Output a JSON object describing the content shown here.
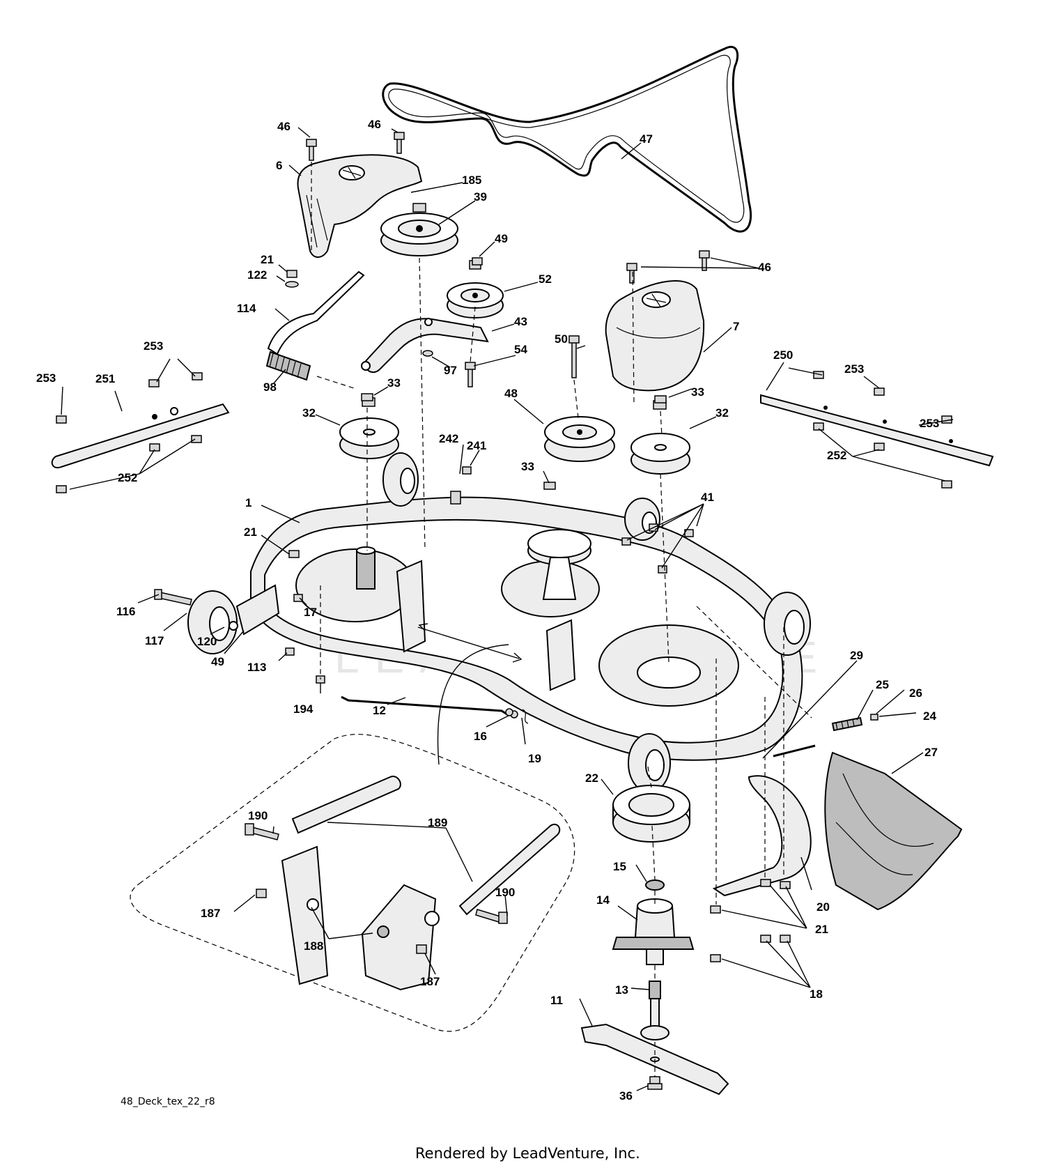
{
  "diagram_id": "48_Deck_tex_22_r8",
  "footer": "Rendered by LeadVenture, Inc.",
  "watermark": "LEADVENTURE",
  "callouts": {
    "c1": "1",
    "c6": "6",
    "c7": "7",
    "c11": "11",
    "c12": "12",
    "c13": "13",
    "c14": "14",
    "c15": "15",
    "c16": "16",
    "c17": "17",
    "c18": "18",
    "c19": "19",
    "c20": "20",
    "c21a": "21",
    "c21b": "21",
    "c21c": "21",
    "c22": "22",
    "c24": "24",
    "c25": "25",
    "c26": "26",
    "c27": "27",
    "c29": "29",
    "c32a": "32",
    "c32b": "32",
    "c33a": "33",
    "c33b": "33",
    "c33c": "33",
    "c36": "36",
    "c39": "39",
    "c41": "41",
    "c43": "43",
    "c46a": "46",
    "c46b": "46",
    "c46c": "46",
    "c47": "47",
    "c48": "48",
    "c49a": "49",
    "c49b": "49",
    "c50": "50",
    "c52": "52",
    "c54": "54",
    "c97": "97",
    "c98": "98",
    "c113": "113",
    "c114": "114",
    "c116": "116",
    "c117": "117",
    "c120": "120",
    "c122": "122",
    "c185": "185",
    "c187a": "187",
    "c187b": "187",
    "c188": "188",
    "c189": "189",
    "c190a": "190",
    "c190b": "190",
    "c194": "194",
    "c241": "241",
    "c242": "242",
    "c250": "250",
    "c251": "251",
    "c252a": "252",
    "c252b": "252",
    "c253a": "253",
    "c253b": "253",
    "c253c": "253",
    "c253d": "253"
  }
}
